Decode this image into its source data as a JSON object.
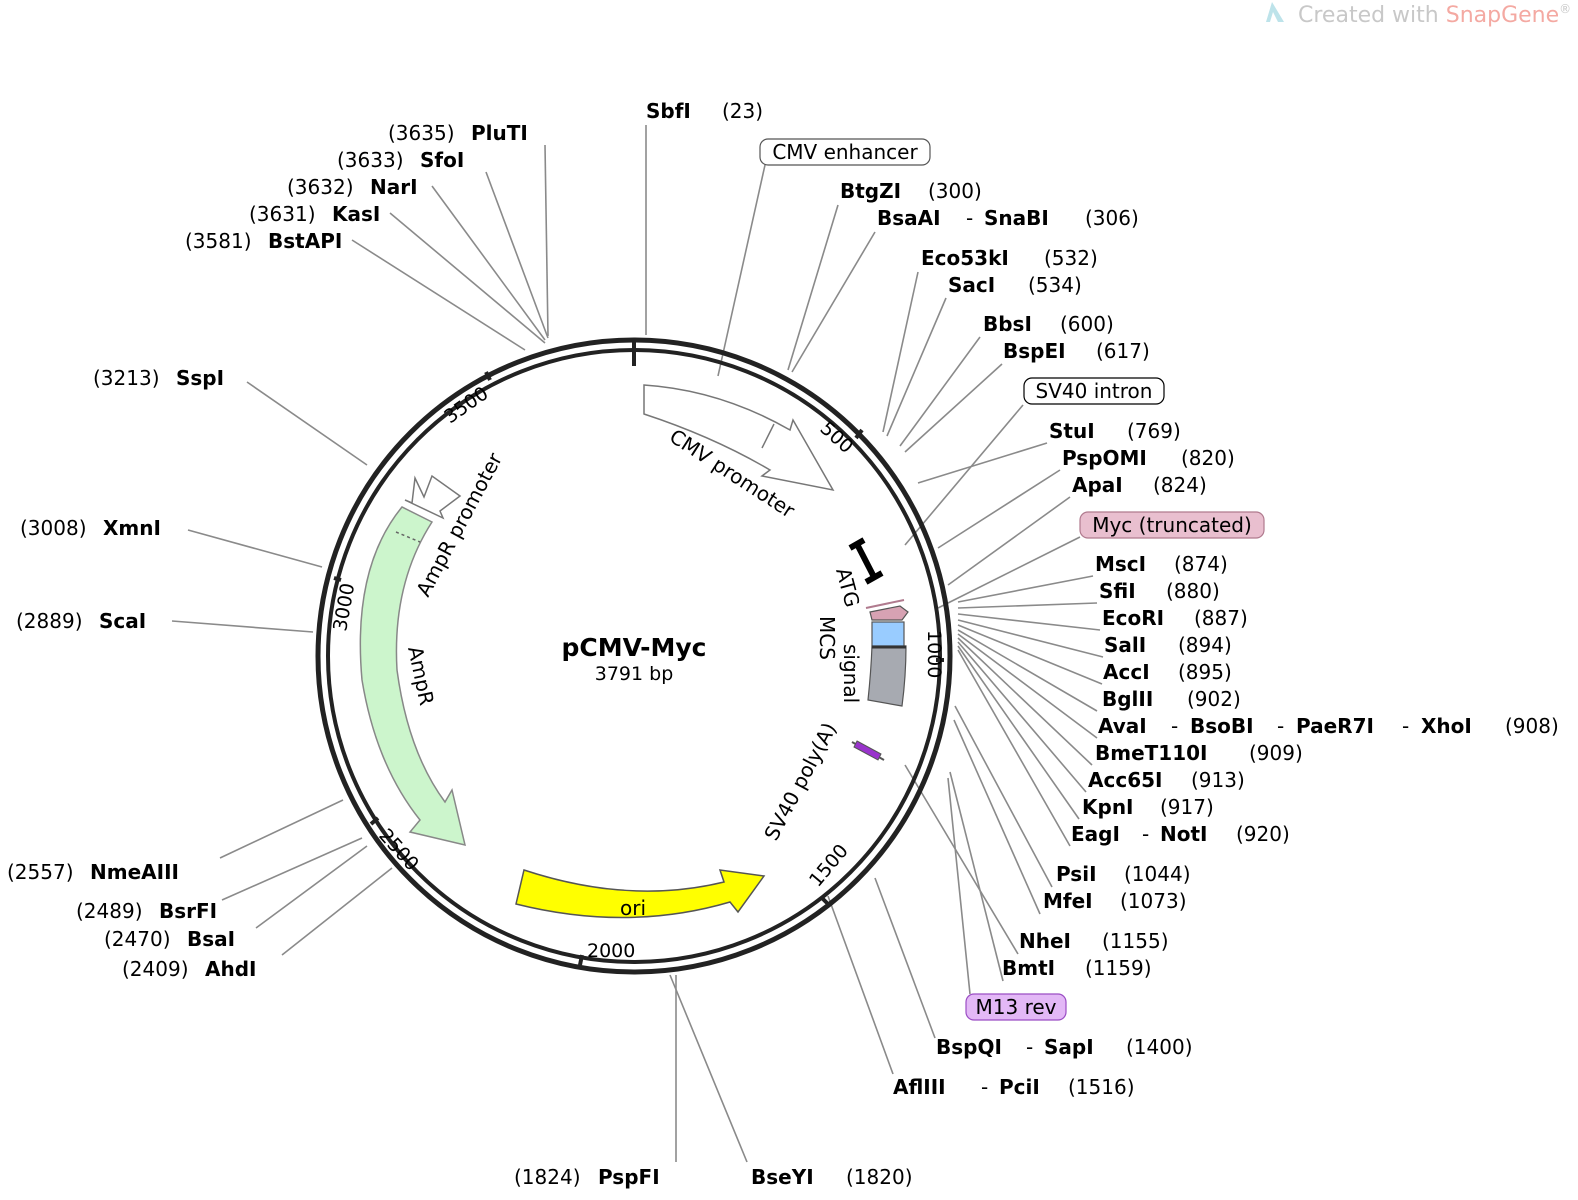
{
  "watermark": {
    "prefix": "Created with ",
    "brand": "SnapGene",
    "mark": "®",
    "logo_icon": "snapgene-logo-icon",
    "prefix_color": "#c8c8c8",
    "brand_color": "#f4a9a2"
  },
  "plasmid": {
    "name": "pCMV-Myc",
    "length_label": "3791 bp"
  },
  "ticks": [
    "500",
    "1000",
    "1500",
    "2000",
    "2500",
    "3000",
    "3500"
  ],
  "features": [
    {
      "id": "cmv_enhancer",
      "label": "CMV enhancer",
      "fill": "#ffffff",
      "border": "#555555"
    },
    {
      "id": "sv40_intron",
      "label": "SV40 intron",
      "fill": "#ffffff",
      "border": "#555555"
    },
    {
      "id": "myc_truncated",
      "label": "Myc (truncated)",
      "fill": "#e9bfcf",
      "border": "#b07a8e"
    },
    {
      "id": "m13_rev",
      "label": "M13 rev",
      "fill": "#e3b8f6",
      "border": "#9b4dc4"
    },
    {
      "id": "cmv_promoter",
      "label": "CMV promoter",
      "fill": "#ffffff",
      "border": "#777777"
    },
    {
      "id": "ampr_promoter",
      "label": "AmpR promoter",
      "fill": "#ffffff",
      "border": "#777777"
    },
    {
      "id": "ampr",
      "label": "AmpR",
      "fill": "#ccf5cc",
      "border": "#888888"
    },
    {
      "id": "ori",
      "label": "ori",
      "fill": "#ffff00",
      "border": "#555555"
    },
    {
      "id": "atg",
      "label": "ATG",
      "fill": "#000000",
      "border": "#000000"
    },
    {
      "id": "mcs",
      "label": "MCS",
      "fill": "#99ccff",
      "border": "#555555"
    },
    {
      "id": "signal",
      "label": "signal",
      "fill": "#a7aab1",
      "border": "#555555"
    },
    {
      "id": "sv40_polya",
      "label": "SV40 poly(A)",
      "fill": "#9933cc",
      "border": "#555555"
    }
  ],
  "enzymes": [
    {
      "id": "sbfi",
      "names": [
        "SbfI"
      ],
      "pos": "(23)"
    },
    {
      "id": "btgzi",
      "names": [
        "BtgZI"
      ],
      "pos": "(300)"
    },
    {
      "id": "bsaai",
      "names": [
        "BsaAI",
        "SnaBI"
      ],
      "pos": "(306)"
    },
    {
      "id": "eco53ki",
      "names": [
        "Eco53kI"
      ],
      "pos": "(532)"
    },
    {
      "id": "saci",
      "names": [
        "SacI"
      ],
      "pos": "(534)"
    },
    {
      "id": "bbsi",
      "names": [
        "BbsI"
      ],
      "pos": "(600)"
    },
    {
      "id": "bspei",
      "names": [
        "BspEI"
      ],
      "pos": "(617)"
    },
    {
      "id": "stui",
      "names": [
        "StuI"
      ],
      "pos": "(769)"
    },
    {
      "id": "psppomi",
      "names": [
        "PspOMI"
      ],
      "pos": "(820)"
    },
    {
      "id": "apai",
      "names": [
        "ApaI"
      ],
      "pos": "(824)"
    },
    {
      "id": "msci",
      "names": [
        "MscI"
      ],
      "pos": "(874)"
    },
    {
      "id": "sfii",
      "names": [
        "SfiI"
      ],
      "pos": "(880)"
    },
    {
      "id": "ecori",
      "names": [
        "EcoRI"
      ],
      "pos": "(887)"
    },
    {
      "id": "sali",
      "names": [
        "SalI"
      ],
      "pos": "(894)"
    },
    {
      "id": "acci",
      "names": [
        "AccI"
      ],
      "pos": "(895)"
    },
    {
      "id": "bglii",
      "names": [
        "BglII"
      ],
      "pos": "(902)"
    },
    {
      "id": "avai",
      "names": [
        "AvaI",
        "BsoBI",
        "PaeR7I",
        "XhoI"
      ],
      "pos": "(908)"
    },
    {
      "id": "bmet110i",
      "names": [
        "BmeT110I"
      ],
      "pos": "(909)"
    },
    {
      "id": "acc65i",
      "names": [
        "Acc65I"
      ],
      "pos": "(913)"
    },
    {
      "id": "kpni",
      "names": [
        "KpnI"
      ],
      "pos": "(917)"
    },
    {
      "id": "eagi",
      "names": [
        "EagI",
        "NotI"
      ],
      "pos": "(920)"
    },
    {
      "id": "psii",
      "names": [
        "PsiI"
      ],
      "pos": "(1044)"
    },
    {
      "id": "mfei",
      "names": [
        "MfeI"
      ],
      "pos": "(1073)"
    },
    {
      "id": "nhei",
      "names": [
        "NheI"
      ],
      "pos": "(1155)"
    },
    {
      "id": "bmti",
      "names": [
        "BmtI"
      ],
      "pos": "(1159)"
    },
    {
      "id": "bspqi",
      "names": [
        "BspQI",
        "SapI"
      ],
      "pos": "(1400)"
    },
    {
      "id": "aflii",
      "names": [
        "AflIII",
        "PciI"
      ],
      "pos": "(1516)"
    },
    {
      "id": "bseyi",
      "names": [
        "BseYI"
      ],
      "pos": "(1820)"
    },
    {
      "id": "pspfi",
      "names": [
        "PspFI"
      ],
      "pos": "(1824)"
    },
    {
      "id": "ahdi",
      "names": [
        "AhdI"
      ],
      "pos": "(2409)"
    },
    {
      "id": "bsai",
      "names": [
        "BsaI"
      ],
      "pos": "(2470)"
    },
    {
      "id": "bsrfi",
      "names": [
        "BsrFI"
      ],
      "pos": "(2489)"
    },
    {
      "id": "nmeaiii",
      "names": [
        "NmeAIII"
      ],
      "pos": "(2557)"
    },
    {
      "id": "scai",
      "names": [
        "ScaI"
      ],
      "pos": "(2889)"
    },
    {
      "id": "xmni",
      "names": [
        "XmnI"
      ],
      "pos": "(3008)"
    },
    {
      "id": "sspi",
      "names": [
        "SspI"
      ],
      "pos": "(3213)"
    },
    {
      "id": "bstapi",
      "names": [
        "BstAPI"
      ],
      "pos": "(3581)"
    },
    {
      "id": "kasi",
      "names": [
        "KasI"
      ],
      "pos": "(3631)"
    },
    {
      "id": "nari",
      "names": [
        "NarI"
      ],
      "pos": "(3632)"
    },
    {
      "id": "sfoi",
      "names": [
        "SfoI"
      ],
      "pos": "(3633)"
    },
    {
      "id": "pluti",
      "names": [
        "PluTI"
      ],
      "pos": "(3635)"
    }
  ]
}
